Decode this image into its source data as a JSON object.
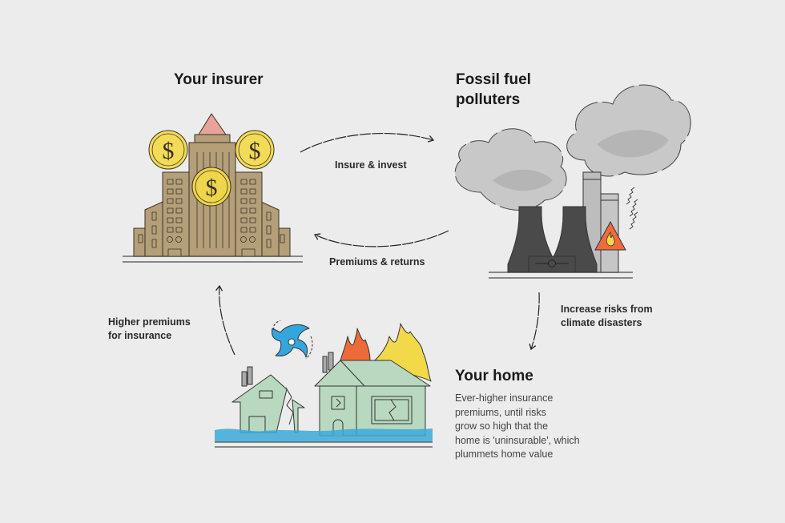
{
  "nodes": {
    "insurer": {
      "title": "Your insurer"
    },
    "polluters": {
      "title_line1": "Fossil fuel",
      "title_line2": "polluters"
    },
    "home": {
      "title": "Your home",
      "description_lines": [
        "Ever-higher insurance",
        "premiums, until risks",
        "grow so high that the",
        "home is 'uninsurable', which",
        "plummets home value"
      ]
    }
  },
  "flows": {
    "insure_invest": "Insure & invest",
    "premiums_returns": "Premiums & returns",
    "increase_risks": {
      "line1": "Increase risks from",
      "line2": "climate disasters"
    },
    "higher_premiums": {
      "line1": "Higher premiums",
      "line2": "for insurance"
    }
  },
  "icons": {
    "coin_symbol": "$"
  },
  "colors": {
    "background": "#ececec",
    "building": "#b49f79",
    "coin": "#f2d94a",
    "roof_accent": "#e8a39a",
    "cooling_tower": "#4a4a4a",
    "smoke": "#c8c8c8",
    "warning": "#f06a3c",
    "house": "#b9d8c0",
    "flood": "#3aaad9",
    "fire_red": "#ef6a3a",
    "fire_yellow": "#f2d94a",
    "hurricane": "#33a6dd"
  }
}
